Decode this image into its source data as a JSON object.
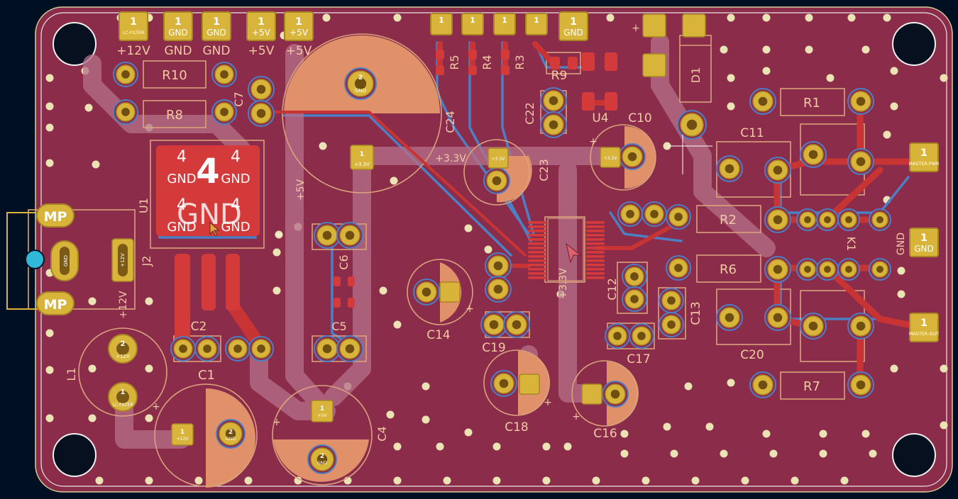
{
  "colors": {
    "background": "#001023",
    "board": "#8b2d4a",
    "edge_cuts": "#d6d09a",
    "copper_front": "#c83434",
    "copper_back": "#4d7fc4",
    "silkscreen": "#f2c9a4",
    "courtyard": "#d9a27c",
    "pad": "#d9b43a",
    "via": "#ece3b4",
    "zone_fill": "#e0916a",
    "cursor": "#ffffff"
  },
  "headers": {
    "pin1": "1",
    "left": {
      "pad_texts": [
        "LC-FILTER",
        "GND",
        "GND",
        "+5V",
        "+5V"
      ],
      "silk_labels": [
        "+12V",
        "GND",
        "GND",
        "+5V",
        "+5V"
      ]
    },
    "mid": {
      "pad_texts": [
        "",
        "",
        "",
        "",
        "GND"
      ]
    },
    "right": {
      "pad_texts": [
        "MASTER-PWR",
        "GND",
        "MASTER-OUT"
      ]
    }
  },
  "silk_labels": {
    "R1": "R1",
    "R2": "R2",
    "R3": "R3",
    "R4": "R4",
    "R5": "R5",
    "R6": "R6",
    "R7": "R7",
    "R8": "R8",
    "R9": "R9",
    "R10": "R10",
    "C1": "C1",
    "C2": "C2",
    "C4": "C4",
    "C5": "C5",
    "C6": "C6",
    "C7": "C7",
    "C10": "C10",
    "C11": "C11",
    "C12": "C12",
    "C13": "C13",
    "C14": "C14",
    "C16": "C16",
    "C17": "C17",
    "C18": "C18",
    "C19": "C19",
    "C20": "C20",
    "C22": "C22",
    "C23": "C23",
    "C24": "C24",
    "U1": "U1",
    "U4": "U4",
    "D1": "D1",
    "L1": "L1",
    "J2": "J2",
    "K1": "K1",
    "plus12v": "+12V",
    "plus5v": "+5V",
    "plus3v3": "+3.3V",
    "gnd": "GND",
    "plus": "+"
  },
  "u1_pad": {
    "big_num": "4",
    "corner_num": "4",
    "net": "GND",
    "overlay_net": "GND"
  },
  "dc_jack": {
    "mp": "MP",
    "center_net": "GND",
    "pin_net": "+12V"
  },
  "l1_pads": {
    "top_num": "2",
    "top_net": "+12V",
    "bottom_num": "1",
    "bottom_net": "LC-FILTER"
  },
  "cap_pads": {
    "c4_top": "+5V",
    "c4_bottom": "GND",
    "c1_left": "+12V",
    "c1_right": "GND",
    "big_cap_top": "GND",
    "u4_pin": "+3.3V",
    "c24_pin": "+3.3V",
    "c10_pin": "+3.3V",
    "cap_num_1": "1",
    "cap_num_2": "2"
  },
  "small_gnd": "GND"
}
